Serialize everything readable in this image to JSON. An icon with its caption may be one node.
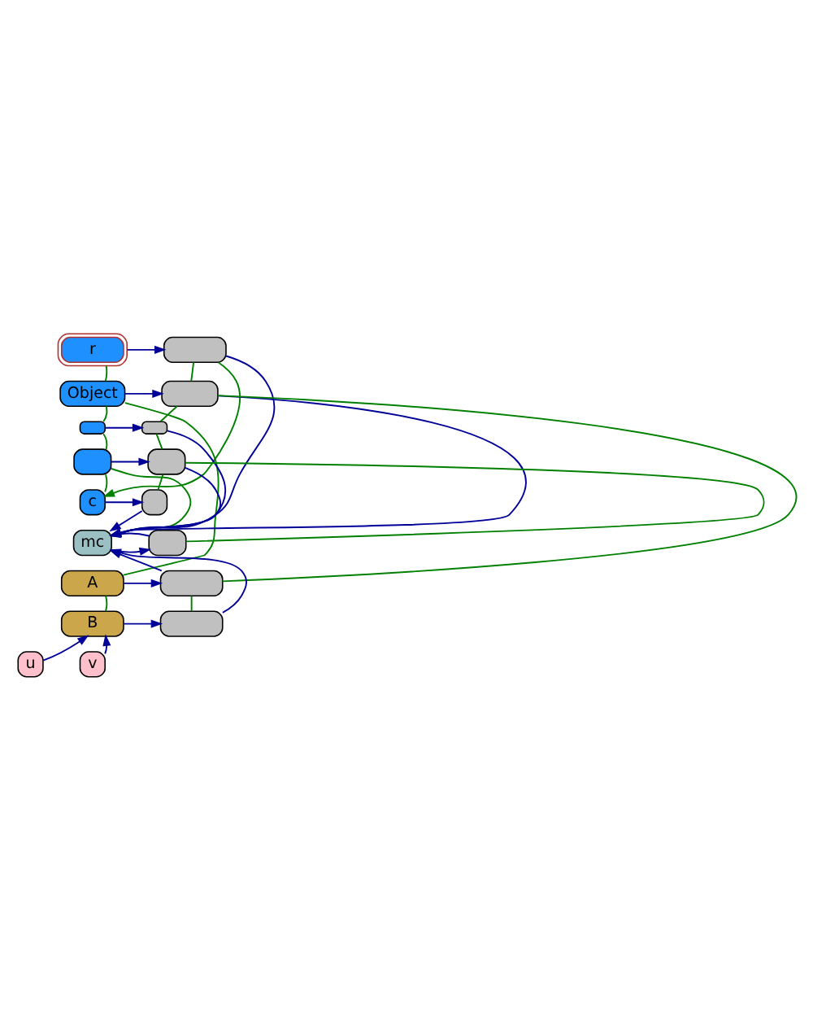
{
  "diagram": {
    "nodes": [
      {
        "text": [
          "r"
        ]
      },
      {
        "text": [
          "Object"
        ]
      },
      {
        "text": [],
        "shape": "box"
      },
      {
        "text": [],
        "shape": "box"
      },
      {
        "text": [
          "c"
        ]
      },
      {
        "text": [
          "mc"
        ]
      },
      {
        "text": [
          "A"
        ]
      },
      {
        "text": [
          "B"
        ]
      },
      {
        "text": [
          "u"
        ]
      },
      {
        "text": [
          "v"
        ]
      },
      {
        "text": [],
        "shape": "box"
      },
      {
        "text": [],
        "shape": "box"
      },
      {
        "text": [],
        "shape": "box"
      },
      {
        "text": [],
        "shape": "box"
      },
      {
        "text": [],
        "shape": "box"
      },
      {
        "text": [],
        "shape": "box"
      },
      {
        "text": [],
        "shape": "box"
      },
      {
        "text": [],
        "shape": "box"
      }
    ],
    "edges": [
      {
        "from": 0,
        "to": 1,
        "arrow": "none",
        "color": "#008000"
      },
      {
        "from": 1,
        "to": 2,
        "arrow": "none",
        "color": "#008000"
      },
      {
        "from": 2,
        "to": 3,
        "arrow": "none",
        "color": "#008000"
      },
      {
        "from": 3,
        "to": 4,
        "arrow": "none",
        "color": "#008000"
      },
      {
        "from": 3,
        "to": 5,
        "arrow": "none",
        "color": "#008000"
      },
      {
        "from": 1,
        "to": 6,
        "arrow": "none",
        "color": "#008000"
      },
      {
        "from": 6,
        "to": 7,
        "arrow": "none",
        "color": "#008000"
      },
      {
        "from": 10,
        "to": 11,
        "arrow": "none",
        "color": "#008000"
      },
      {
        "from": 11,
        "to": 12,
        "arrow": "none",
        "color": "#008000"
      },
      {
        "from": 12,
        "to": 13,
        "arrow": "none",
        "color": "#008000"
      },
      {
        "from": 13,
        "to": 14,
        "arrow": "none",
        "color": "#008000"
      },
      {
        "from": 13,
        "to": 15,
        "arrow": "none",
        "color": "#008000"
      },
      {
        "from": 11,
        "to": 16,
        "arrow": "none",
        "color": "#008000"
      },
      {
        "from": 16,
        "to": 17,
        "arrow": "none",
        "color": "#008000"
      },
      {
        "from": 10,
        "to": 4,
        "arrow": "to",
        "color": "#008000"
      },
      {
        "from": 0,
        "to": 10,
        "arrow": "to"
      },
      {
        "from": 1,
        "to": 11,
        "arrow": "to"
      },
      {
        "from": 2,
        "to": 12,
        "arrow": "to"
      },
      {
        "from": 3,
        "to": 13,
        "arrow": "to"
      },
      {
        "from": 4,
        "to": 14,
        "arrow": "to"
      },
      {
        "from": 5,
        "to": 15,
        "arrow": "to"
      },
      {
        "from": 6,
        "to": 16,
        "arrow": "to"
      },
      {
        "from": 7,
        "to": 17,
        "arrow": "to"
      },
      {
        "from": 10,
        "to": 5,
        "arrow": "to"
      },
      {
        "from": 11,
        "to": 5,
        "arrow": "to"
      },
      {
        "from": 12,
        "to": 5,
        "arrow": "to"
      },
      {
        "from": 13,
        "to": 5,
        "arrow": "to"
      },
      {
        "from": 14,
        "to": 5,
        "arrow": "to"
      },
      {
        "from": 15,
        "to": 5,
        "arrow": "to"
      },
      {
        "from": 16,
        "to": 5,
        "arrow": "to"
      },
      {
        "from": 17,
        "to": 5,
        "arrow": "to"
      },
      {
        "from": 8,
        "to": 7,
        "arrow": "to"
      },
      {
        "from": 9,
        "to": 7,
        "arrow": "to"
      }
    ]
  }
}
